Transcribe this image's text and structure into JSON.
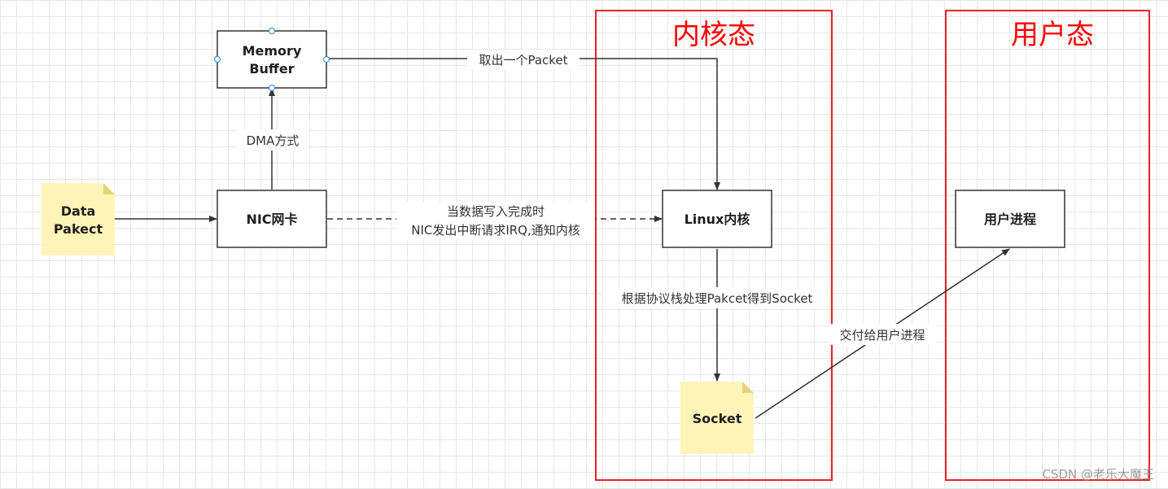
{
  "regions": {
    "kernel_title": "内核态",
    "user_title": "用户态"
  },
  "nodes": {
    "data_packet": [
      "Data",
      "Pakect"
    ],
    "memory_buffer": [
      "Memory",
      "Buffer"
    ],
    "nic": "NIC网卡",
    "linux_kernel": "Linux内核",
    "socket": "Socket",
    "user_process": "用户进程"
  },
  "edges": {
    "dma": "DMA方式",
    "take_packet": "取出一个Packet",
    "irq": [
      "当数据写入完成时",
      "NIC发出中断请求IRQ,通知内核"
    ],
    "protocol_stack": "根据协议栈处理Pakcet得到Socket",
    "deliver": "交付给用户进程"
  },
  "watermark": "CSDN @老乐大魔王",
  "colors": {
    "region_border": "#e8232a",
    "region_title": "#ff0000",
    "note_fill": "#fff4b8",
    "note_fold": "#e6d27a",
    "box_border": "#333333",
    "edge": "#333333",
    "handle": "#1e88e5"
  }
}
